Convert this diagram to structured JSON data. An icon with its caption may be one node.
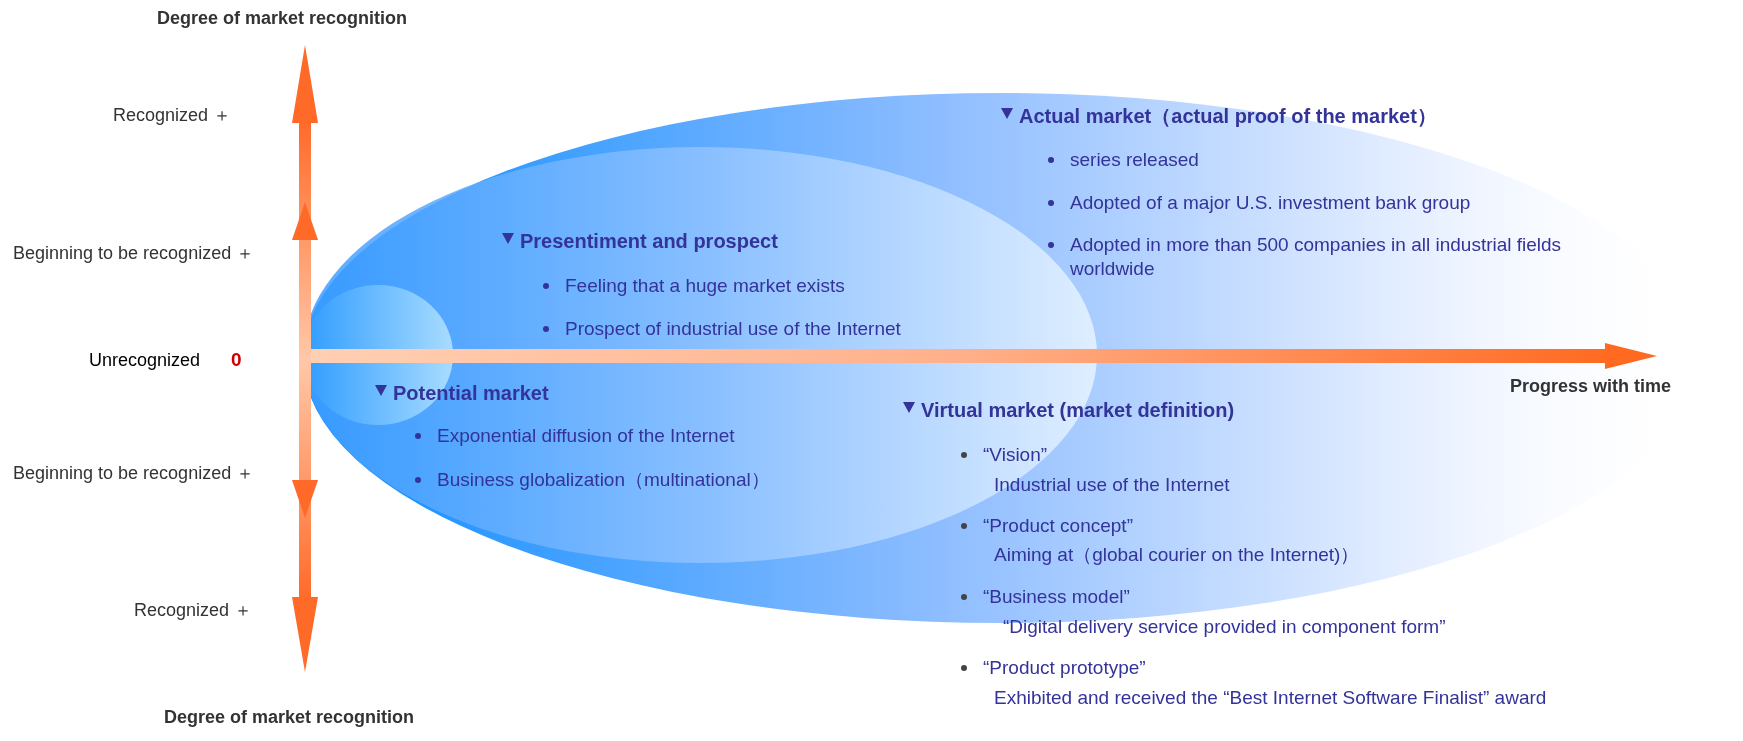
{
  "diagram": {
    "labels": [
      "Degree of market recognition",
      "Recognized ＋",
      "Beginning to be recognized ＋",
      "Unrecognized",
      "0",
      "Beginning to be recognized ＋",
      "Recognized ＋",
      "Degree of market recognition",
      "Progress with time",
      "Actual market（actual proof of the market）",
      "series released",
      "Adopted of a major U.S. investment bank group",
      "Adopted in more than 500 companies in all industrial fields worldwide",
      "Presentiment and prospect",
      "Feeling that a huge market exists",
      "Prospect of industrial use of the Internet",
      "Potential market",
      "Exponential diffusion of the Internet",
      "Business globalization（multinational）",
      "Virtual market (market definition)",
      "“Vision”",
      "Industrial use of the Internet",
      "“Product concept”",
      "Aiming at（global courier on the Internet)）",
      "“Business model”",
      "“Digital delivery service provided in component form”",
      "“Product prototype”",
      "Exhibited and received the “Best Internet Software Finalist” award"
    ]
  }
}
